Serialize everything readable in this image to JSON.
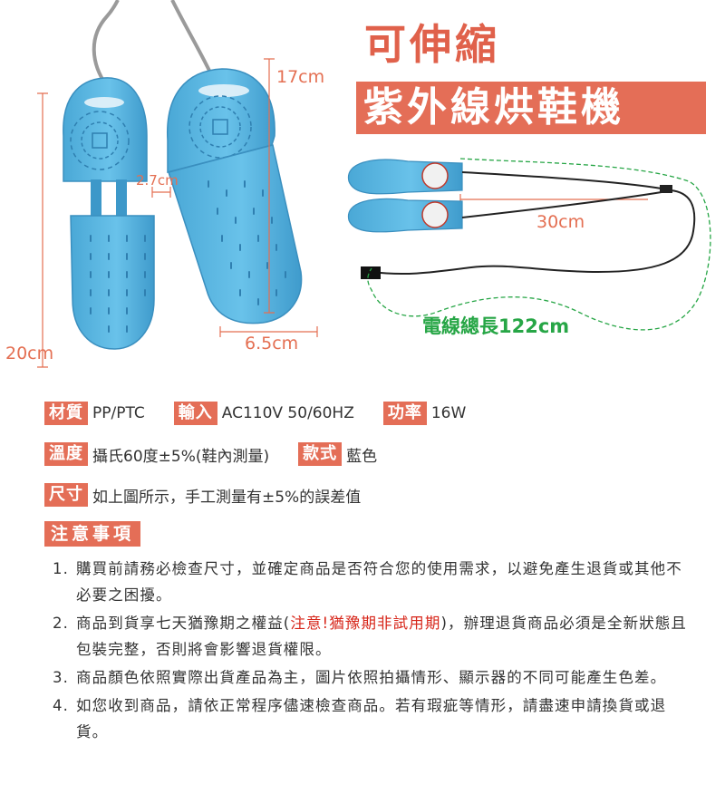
{
  "title": {
    "line1": "可伸縮",
    "line2": "紫外線烘鞋機"
  },
  "dimensions": {
    "length_top": "17cm",
    "gap": "2.7cm",
    "length_left": "20cm",
    "width": "6.5cm",
    "cable_short": "30cm",
    "cable_total": "電線總長122cm"
  },
  "specs": {
    "row1": [
      {
        "label": "材質",
        "value": "PP/PTC"
      },
      {
        "label": "輸入",
        "value": "AC110V 50/60HZ"
      },
      {
        "label": "功率",
        "value": "16W"
      }
    ],
    "row2": [
      {
        "label": "溫度",
        "value": "攝氏60度±5%(鞋內測量)"
      },
      {
        "label": "款式",
        "value": "藍色"
      }
    ],
    "row3": [
      {
        "label": "尺寸",
        "value": "如上圖所示，手工測量有±5%的誤差值"
      }
    ]
  },
  "notice": {
    "heading": "注意事項",
    "items": [
      {
        "num": "1.",
        "text": "購買前請務必檢查尺寸，並確定商品是否符合您的使用需求，以避免產生退貨或其他不必要之困擾。"
      },
      {
        "num": "2.",
        "text_before": "商品到貨享七天猶豫期之權益(",
        "text_red": "注意!猶豫期非試用期",
        "text_after": ")，辦理退貨商品必須是全新狀態且包裝完整，否則將會影響退貨權限。"
      },
      {
        "num": "3.",
        "text": "商品顏色依照實際出貨產品為主，圖片依照拍攝情形、顯示器的不同可能產生色差。"
      },
      {
        "num": "4.",
        "text": "如您收到商品，請依正常程序儘速檢查商品。若有瑕疵等情形，請盡速申請換貨或退貨。"
      }
    ]
  },
  "colors": {
    "accent": "#e46e57",
    "product_blue": "#5bb8e3",
    "cable_line": "#27a646",
    "warning_red": "#d7261a"
  }
}
